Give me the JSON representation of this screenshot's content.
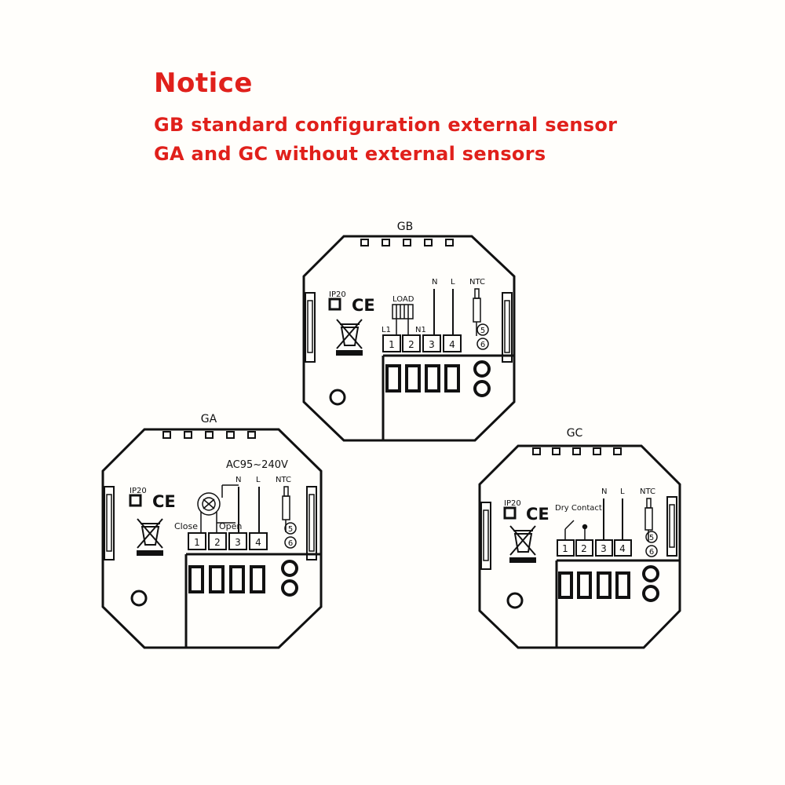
{
  "notice": {
    "title": "Notice",
    "lines": [
      "GB standard configuration external sensor",
      "GA and GC without external sensors"
    ],
    "color": "#e0201b"
  },
  "units": {
    "gb": {
      "name": "GB",
      "rating": "IP20",
      "ce": "CE",
      "load_label": "LOAD",
      "l1_label": "L1",
      "n1_label": "N1",
      "n_label": "N",
      "l_label": "L",
      "ntc_label": "NTC",
      "terminals": [
        "1",
        "2",
        "3",
        "4"
      ],
      "sensor_terminals": [
        "5",
        "6"
      ]
    },
    "ga": {
      "name": "GA",
      "rating": "IP20",
      "ce": "CE",
      "voltage": "AC95~240V",
      "close_label": "Close",
      "open_label": "Open",
      "n_label": "N",
      "l_label": "L",
      "ntc_label": "NTC",
      "terminals": [
        "1",
        "2",
        "3",
        "4"
      ],
      "sensor_terminals": [
        "5",
        "6"
      ]
    },
    "gc": {
      "name": "GC",
      "rating": "IP20",
      "ce": "CE",
      "dry_contact_label": "Dry Contact",
      "n_label": "N",
      "l_label": "L",
      "ntc_label": "NTC",
      "terminals": [
        "1",
        "2",
        "3",
        "4"
      ],
      "sensor_terminals": [
        "5",
        "6"
      ]
    }
  }
}
